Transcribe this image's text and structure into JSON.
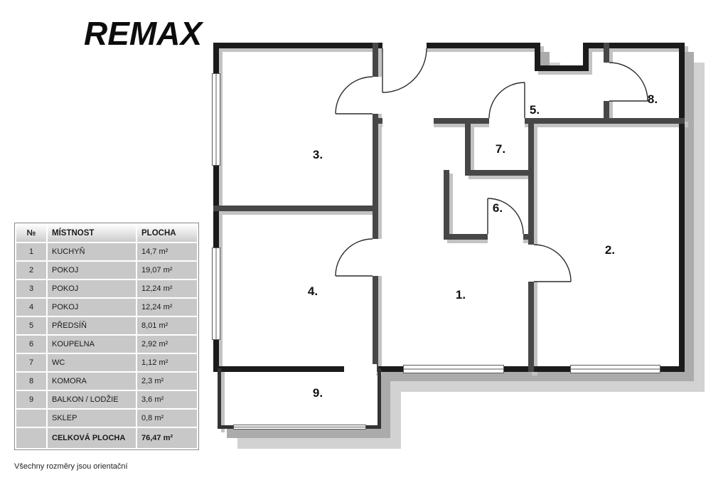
{
  "logo": {
    "text": "REMAX"
  },
  "table": {
    "headers": [
      "№",
      "MÍSTNOST",
      "PLOCHA"
    ],
    "rows": [
      {
        "num": "1",
        "room": "KUCHYŇ",
        "area": "14,7 m²"
      },
      {
        "num": "2",
        "room": "POKOJ",
        "area": "19,07 m²"
      },
      {
        "num": "3",
        "room": "POKOJ",
        "area": "12,24 m²"
      },
      {
        "num": "4",
        "room": "POKOJ",
        "area": "12,24 m²"
      },
      {
        "num": "5",
        "room": "PŘEDSÍŇ",
        "area": "8,01 m²"
      },
      {
        "num": "6",
        "room": "KOUPELNA",
        "area": "2,92 m²"
      },
      {
        "num": "7",
        "room": "WC",
        "area": "1,12 m²"
      },
      {
        "num": "8",
        "room": "KOMORA",
        "area": "2,3 m²"
      },
      {
        "num": "9",
        "room": "BALKON / LODŽIE",
        "area": "3,6 m²"
      },
      {
        "num": "",
        "room": "SKLEP",
        "area": "0,8 m²"
      },
      {
        "num": "",
        "room": "CELKOVÁ PLOCHA",
        "area": "76,47 m²",
        "bold": true
      }
    ],
    "footnote": "Všechny rozměry jsou orientační"
  },
  "floorplan": {
    "room_labels": [
      {
        "room": "1",
        "text": "1."
      },
      {
        "room": "2",
        "text": "2."
      },
      {
        "room": "3",
        "text": "3."
      },
      {
        "room": "4",
        "text": "4."
      },
      {
        "room": "5",
        "text": "5."
      },
      {
        "room": "6",
        "text": "6."
      },
      {
        "room": "7",
        "text": "7."
      },
      {
        "room": "8",
        "text": "8."
      },
      {
        "room": "9",
        "text": "9."
      }
    ],
    "colors": {
      "outer_wall": "#1b1b1b",
      "inner_wall": "#474747",
      "shadow_near": "#ababab",
      "shadow_far": "#d2d2d2",
      "floor": "#ffffff"
    }
  }
}
